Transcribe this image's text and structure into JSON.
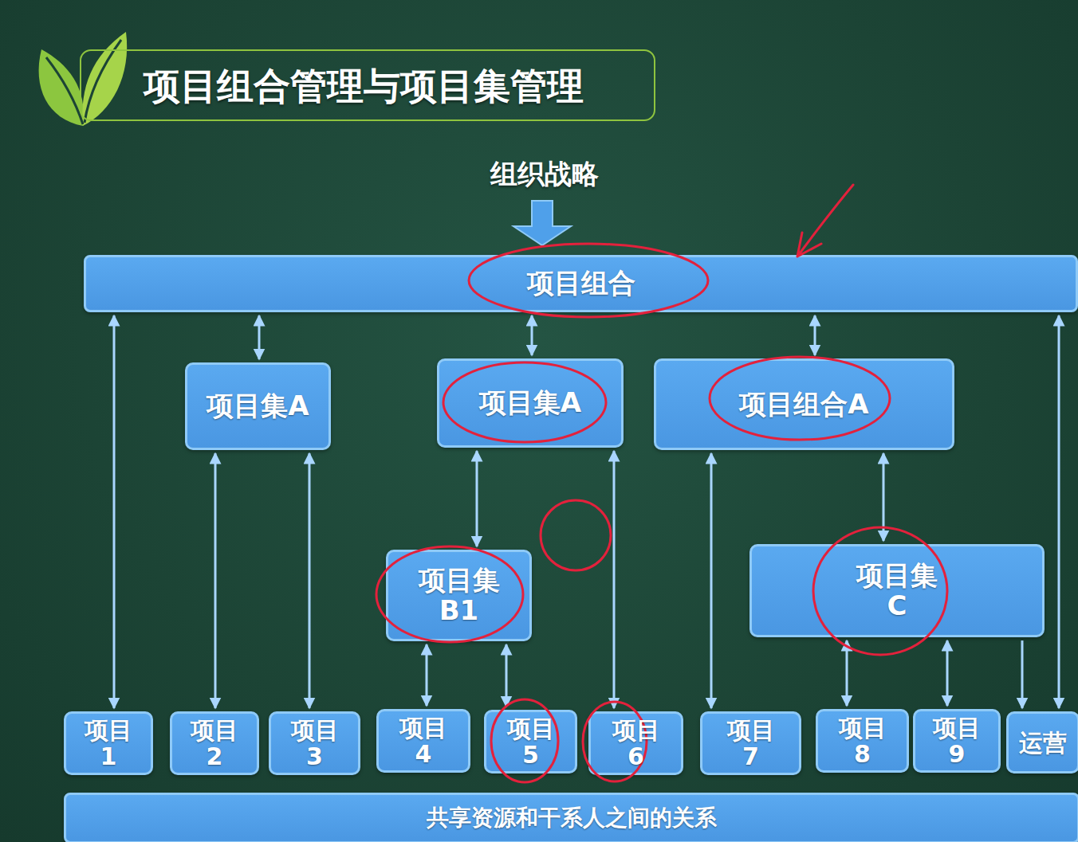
{
  "diagram": {
    "title": "项目组合管理与项目集管理",
    "nodes": [
      {
        "text": [
          "项目组合"
        ]
      },
      {
        "text": [
          "项目集A"
        ]
      },
      {
        "text": [
          "项目集A"
        ]
      },
      {
        "text": [
          "项目组合A"
        ]
      },
      {
        "text": [
          "项目集 B1"
        ]
      },
      {
        "text": [
          "项目集 C"
        ]
      },
      {
        "text": [
          "项目 1"
        ]
      },
      {
        "text": [
          "项目 2"
        ]
      },
      {
        "text": [
          "项目 3"
        ]
      },
      {
        "text": [
          "项目 4"
        ]
      },
      {
        "text": [
          "项目 5"
        ]
      },
      {
        "text": [
          "项目 6"
        ]
      },
      {
        "text": [
          "项目 7"
        ]
      },
      {
        "text": [
          "项目 8"
        ]
      },
      {
        "text": [
          "项目 9"
        ]
      },
      {
        "text": [
          "运营"
        ]
      },
      {
        "text": [
          "共享资源和干系人之间的关系"
        ]
      }
    ],
    "edges": [
      {
        "from": 0,
        "to": 1,
        "arrow": "both"
      },
      {
        "from": 0,
        "to": 2,
        "arrow": "both"
      },
      {
        "from": 0,
        "to": 3,
        "arrow": "both"
      },
      {
        "from": 0,
        "to": 6,
        "arrow": "both"
      },
      {
        "from": 0,
        "to": 15,
        "arrow": "both"
      },
      {
        "from": 1,
        "to": 7,
        "arrow": "both"
      },
      {
        "from": 1,
        "to": 8,
        "arrow": "both"
      },
      {
        "from": 2,
        "to": 4,
        "arrow": "both"
      },
      {
        "from": 2,
        "to": 11,
        "arrow": "both"
      },
      {
        "from": 4,
        "to": 9,
        "arrow": "both"
      },
      {
        "from": 4,
        "to": 10,
        "arrow": "both"
      },
      {
        "from": 3,
        "to": 12,
        "arrow": "both"
      },
      {
        "from": 3,
        "to": 5,
        "arrow": "both"
      },
      {
        "from": 5,
        "to": 13,
        "arrow": "both"
      },
      {
        "from": 5,
        "to": 14,
        "arrow": "both"
      },
      {
        "from": 5,
        "to": 15,
        "arrow": "to"
      }
    ],
    "labels": [
      "组织战略"
    ]
  }
}
